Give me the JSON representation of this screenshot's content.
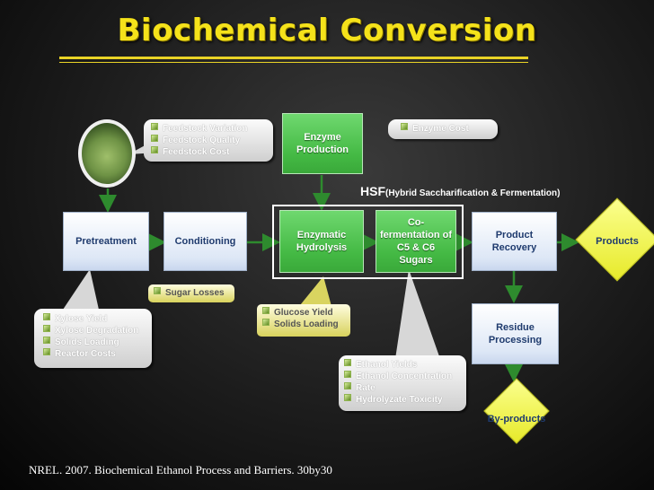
{
  "title": "Biochemical Conversion",
  "hsf": {
    "label": "HSF",
    "expansion": "(Hybrid Saccharification & Fermentation)"
  },
  "boxes": {
    "pretreatment": "Pretreatment",
    "conditioning": "Conditioning",
    "enzyme_production": "Enzyme Production",
    "enzymatic_hydrolysis": "Enzymatic Hydrolysis",
    "cofermentation": "Co-fermentation of C5 & C6 Sugars",
    "product_recovery": "Product Recovery",
    "residue_processing": "Residue Processing",
    "products": "Products",
    "byproducts": "By-products"
  },
  "callouts": {
    "feedstock": [
      "Feedstock Variation",
      "Feedstock Quality",
      "Feedstock Cost"
    ],
    "enzyme_cost": [
      "Enzyme Cost"
    ],
    "sugar_losses": [
      "Sugar Losses"
    ],
    "pretreatment": [
      "Xylose Yield",
      "Xylose Degradation",
      "Solids Loading",
      "Reactor Costs"
    ],
    "hydrolysis": [
      "Glucose Yield",
      "Solids Loading"
    ],
    "fermentation": [
      "Ethanol Yields",
      "Ethanol Concentration",
      "Rate",
      "Hydrolyzate Toxicity"
    ]
  },
  "citation": "NREL. 2007. Biochemical Ethanol Process and Barriers. 30by30",
  "colors": {
    "title": "#f5e21a",
    "arrow": "#2e8b2e",
    "green_box": "#44b944",
    "diamond": "#eef23a"
  }
}
